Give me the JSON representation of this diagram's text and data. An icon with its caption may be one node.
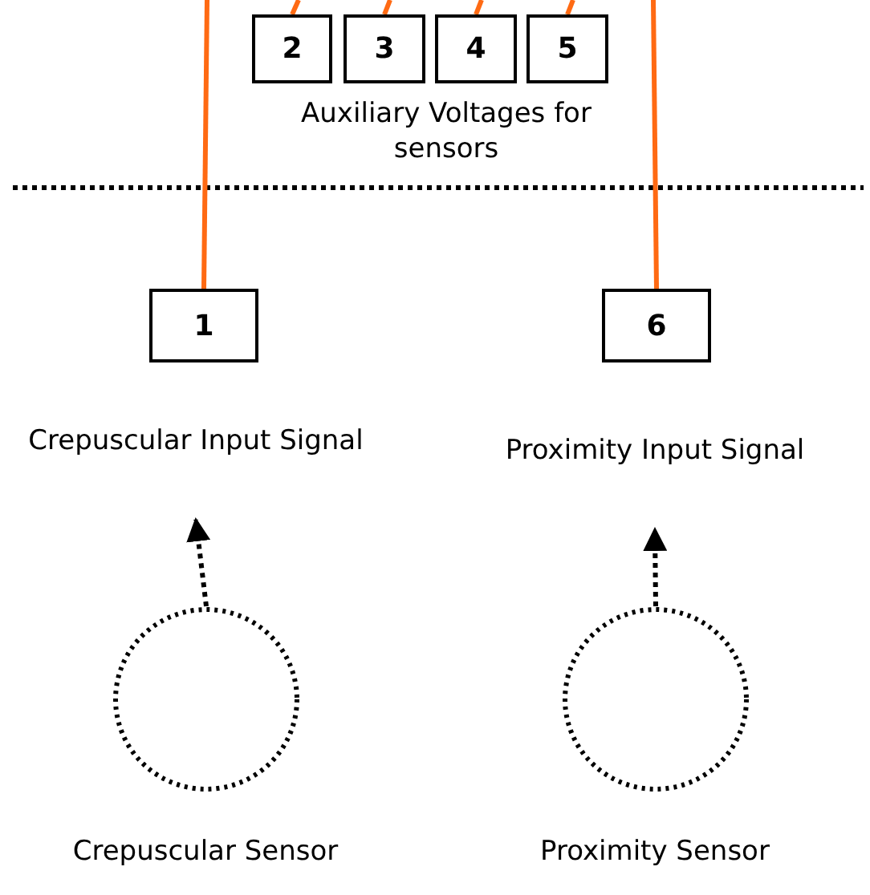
{
  "diagram": {
    "nodes": [
      {
        "text": [
          "2"
        ]
      },
      {
        "text": [
          "3"
        ]
      },
      {
        "text": [
          "4"
        ]
      },
      {
        "text": [
          "5"
        ]
      },
      {
        "text": [
          "1"
        ]
      },
      {
        "text": [
          "Crepuscular Input Signal"
        ]
      },
      {
        "text": [
          "6"
        ]
      },
      {
        "text": [
          "Proximity Input Signal"
        ]
      },
      {
        "text": [],
        "shape": "circle",
        "beside": [
          "Crepuscular Sensor"
        ]
      },
      {
        "text": [],
        "shape": "circle",
        "beside": [
          "Proximity Sensor"
        ]
      }
    ],
    "edges": [
      {
        "from": 0,
        "to": null,
        "arrow": "none"
      },
      {
        "from": 1,
        "to": null,
        "arrow": "none"
      },
      {
        "from": 2,
        "to": null,
        "arrow": "none"
      },
      {
        "from": 3,
        "to": null,
        "arrow": "none"
      },
      {
        "from": 4,
        "to": null,
        "arrow": "none"
      },
      {
        "from": 6,
        "to": null,
        "arrow": "none"
      },
      {
        "from": 8,
        "to": 5,
        "arrow": "to",
        "style": "dashed",
        "color": "#000000"
      },
      {
        "from": 9,
        "to": 7,
        "arrow": "to",
        "style": "dashed",
        "color": "#000000"
      }
    ],
    "labels": [
      "Auxiliary Voltages for sensors"
    ]
  }
}
